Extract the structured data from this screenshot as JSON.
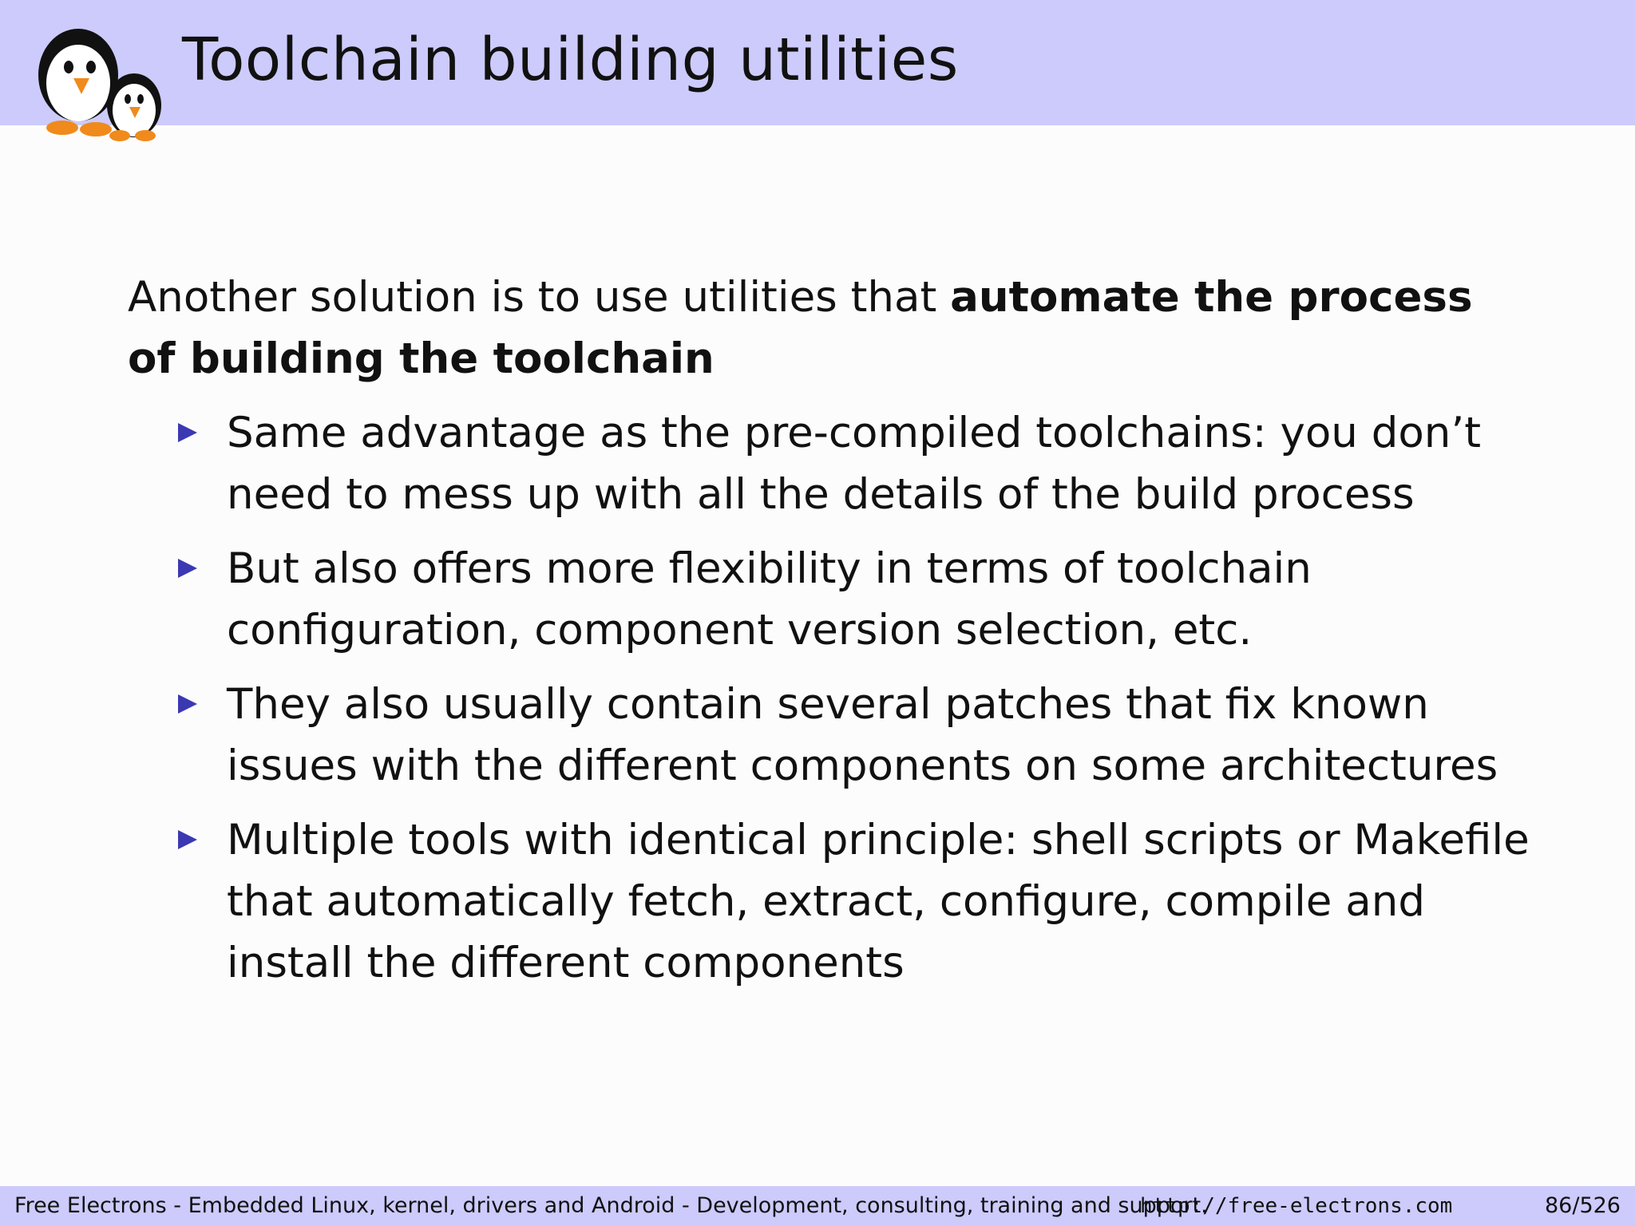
{
  "colors": {
    "header_bg": "#cccbfb",
    "bullet_accent": "#3b39b2",
    "body_bg": "#fdfcfd"
  },
  "header": {
    "title": "Toolchain building utilities",
    "logo_icon": "penguin-logo-icon"
  },
  "intro": {
    "text": "Another solution is to use utilities that ",
    "bold": "automate the process of building the toolchain"
  },
  "bullets": [
    {
      "text": "Same advantage as the pre-compiled toolchains: you don’t need to mess up with all the details of the build process"
    },
    {
      "text": "But also offers more flexibility in terms of toolchain configuration, component version selection, etc."
    },
    {
      "text": "They also usually contain several patches that fix known issues with the different components on some architectures"
    },
    {
      "text": "Multiple tools with identical principle: shell scripts or Makefile that automatically fetch, extract, configure, compile and install the different components"
    }
  ],
  "footer": {
    "org": "Free Electrons - Embedded Linux, kernel, drivers and Android - Development, consulting, training and support.",
    "url": "http://free-electrons.com",
    "page": "86/526"
  }
}
